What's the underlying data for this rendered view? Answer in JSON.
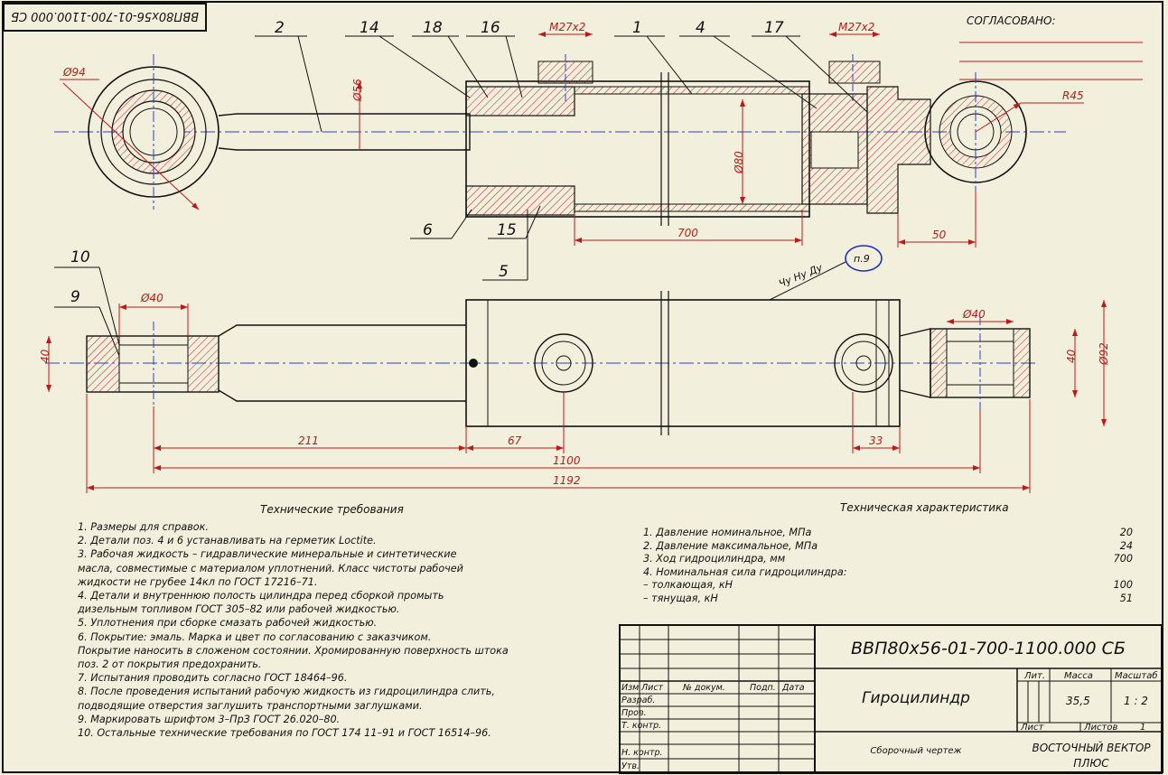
{
  "stamp_code_rotated": "ВВП80х56-01-700-1100.000 СБ",
  "approval_label": "СОГЛАСОВАНО:",
  "callouts": [
    "2",
    "14",
    "18",
    "16",
    "1",
    "4",
    "17",
    "6",
    "15",
    "5",
    "10",
    "9"
  ],
  "threads": [
    "М27х2",
    "М27х2"
  ],
  "dimensions": {
    "d94": "Ø94",
    "d56": "Ø56",
    "d80": "Ø80",
    "r45": "R45",
    "len700": "700",
    "len50": "50",
    "d40a": "Ø40",
    "d40b": "Ø40",
    "h40a": "40",
    "h40b": "40",
    "d92": "Ø92",
    "len211": "211",
    "len67": "67",
    "len33": "33",
    "len1100": "1100",
    "len1192": "1192"
  },
  "roughness": "Чу Ну Ду",
  "roughness_ref": "п.9",
  "requirements": {
    "title": "Технические требования",
    "lines": [
      "  1.   Размеры для справок.",
      "  2.   Детали поз.    4 и    6 устанавливать на герметик Loctite.",
      "  3.   Рабочая жидкость – гидравлические минеральные и синтетические",
      "масла, совместимые с материалом уплотнений. Класс чистоты рабочей",
      "жидкости не грубее 14кл по ГОСТ 17216–71.",
      "  4.   Детали и внутреннюю полость  цилиндра перед  сборкой промыть",
      "дизельным  топливом  ГОСТ 305–82 или рабочей жидкостью.",
      "  5.   Уплотнения при сборке смазать рабочей жидкостью.",
      "  6.   Покрытие: эмаль. Марка и цвет по согласованию с заказчиком.",
      "Покрытие наносить в сложеном состоянии. Хромированную поверхность штока",
      "поз.  2 от покрытия предохранить.",
      "  7.   Испытания проводить согласно ГОСТ 18464–96.",
      "  8.   После проведения испытаний рабочую жидкость из гидроцилиндра слить,",
      "подводящие отверстия заглушить транспортными заглушками.",
      "  9.   Маркировать шрифтом 3–ПрЗ ГОСТ 26.020–80.",
      "  10.  Остальные технические требования по ГОСТ 174 11–91 и ГОСТ 16514–96."
    ]
  },
  "characteristics": {
    "title": "Техническая характеристика",
    "rows": [
      {
        "label": "1.     Давление номинальное, МПа",
        "value": "20"
      },
      {
        "label": "2.     Давление максимальное, МПа",
        "value": "24"
      },
      {
        "label": "3.     Ход гидроцилиндра, мм",
        "value": "700"
      },
      {
        "label": "4.     Номинальная сила гидроцилиндра:",
        "value": ""
      },
      {
        "label": "  – толкающая, кН",
        "value": "100"
      },
      {
        "label": "  – тянущая, кН",
        "value": "51"
      }
    ]
  },
  "title_block": {
    "designation": "ВВП80х56-01-700-1100.000 СБ",
    "name": "Гироцилиндр",
    "doc_type": "Сборочный чертеж",
    "col_izm": "Изм",
    "col_list": "Лист",
    "col_doc": "№ докум.",
    "col_podp": "Подп.",
    "col_data": "Дата",
    "razrab": "Разраб.",
    "prov": "Пров.",
    "tkontr": "Т. контр.",
    "nkontr": "Н. контр.",
    "utv": "Утв.",
    "lit": "Лит.",
    "massa": "Масса",
    "masshtab": "Масштаб",
    "mass_value": "35,5",
    "scale_value": "1 : 2",
    "list_label": "Лист",
    "listov_label": "Листов",
    "listov_value": "1",
    "company": "ВОСТОЧНЫЙ ВЕКТОР ПЛЮС",
    "company_line1": "ВОСТОЧНЫЙ ВЕКТОР",
    "company_line2": "ПЛЮС"
  },
  "colors": {
    "paper": "#f2f0dc",
    "line": "#111111",
    "dimension": "#c01818",
    "centerline": "#2a3fd0",
    "hatch": "#c01818"
  }
}
